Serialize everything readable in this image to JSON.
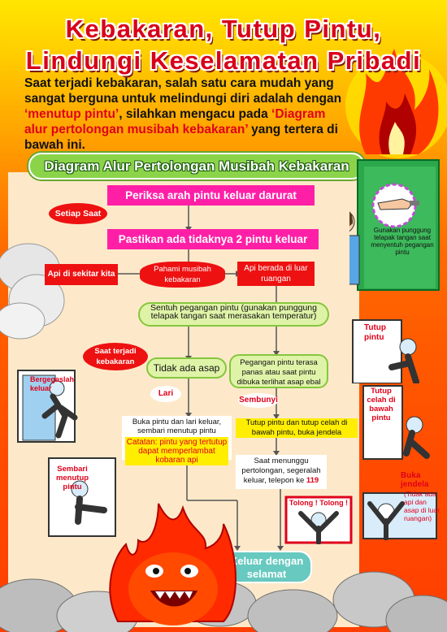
{
  "title": {
    "line1": "Kebakaran, Tutup Pintu,",
    "line2": "Lindungi Keselamatan Pribadi"
  },
  "intro": {
    "part1": "Saat terjadi kebakaran, salah satu cara mudah yang sangat berguna untuk melindungi diri adalah dengan ",
    "highlight1": "‘menutup pintu’",
    "part2": ", silahkan mengacu pada ",
    "highlight2": "‘Diagram alur pertolongan musibah kebakaran’",
    "part3": " yang tertera di bawah ini."
  },
  "diagram": {
    "title": "Diagram Alur Pertolongan Musibah Kebakaran",
    "step_check_exit": "Periksa arah pintu keluar darurat",
    "setiap_saat": "Setiap Saat",
    "step_two_exits": "Pastikan ada tidaknya 2 pintu keluar",
    "fire_nearby": "Api di sekitar kita",
    "understand_disaster": "Pahami musibah kebakaran",
    "fire_outside": "Api berada di luar ruangan",
    "touch_handle": "Sentuh pegangan pintu (gunakan punggung telapak tangan saat merasakan temperatur)",
    "when_fire": "Saat terjadi kebakaran",
    "no_smoke": "Tidak ada asap",
    "hot_handle": "Pegangan pintu terasa panas atau saat pintu dibuka terlihat asap ebal",
    "run": "Lari",
    "hide": "Sembunyi",
    "open_exit": "Buka pintu dan lari keluar, sembari menutup pintu",
    "note_label": "Catatan: pintu yang tertutup dapat memperlambat kobaran api",
    "close_gap": "Tutup pintu dan tutup celah di bawah pintu, buka jendela",
    "wait_help": "Saat menunggu pertolongan, segeralah keluar, telepon ke ",
    "phone_number": "119",
    "exit_safely": "Keluar dengan selamat"
  },
  "illustrations": {
    "hand_caption": "Gunakan punggung telapak tangan saat menyentuh pegangan pintu",
    "hurry_out": "Bergegaslah keluar",
    "while_closing": "Sembari menutup pintu",
    "close_door": "Tutup pintu",
    "close_gap_under": "Tutup celah di bawah pintu",
    "help_cry": "Tolong ! Tolong !",
    "open_window": "Buka jendela",
    "window_note": "(Tidak ada api dan asap di luar ruangan)"
  },
  "colors": {
    "title_red": "#d8001a",
    "flow_pink": "#ff1fa7",
    "flow_green": "#86c63d",
    "alert_red": "#ee1111",
    "note_yellow": "#ffee00"
  }
}
